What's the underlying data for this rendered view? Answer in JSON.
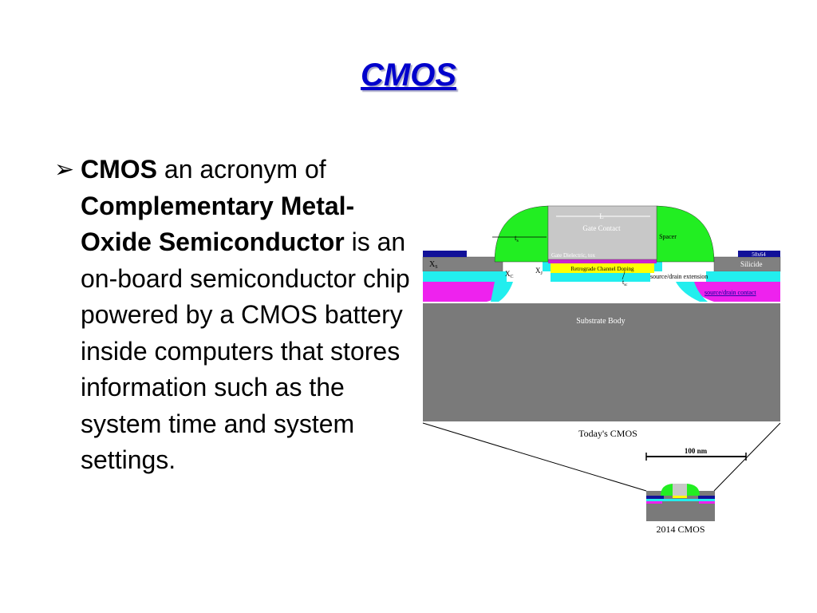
{
  "slide": {
    "title": "CMOS"
  },
  "bullet": {
    "marker": "➢",
    "term": "CMOS",
    "t1": " an acronym of ",
    "expansion": "Complementary Metal-Oxide Semiconductor",
    "t2": " is an on-board semiconductor chip powered by a CMOS battery inside computers that stores information such as the system time and system settings."
  },
  "figure": {
    "labels": {
      "L": "L",
      "gate_contact": "Gate Contact",
      "spacer": "Spacer",
      "ts": "t",
      "ts_sub": "s",
      "gate_dielectric": "Gate Dielectric, tox",
      "gate_dielectric_sub": "t",
      "xs": "X",
      "xs_sub": "S",
      "xc": "X",
      "xc_sub": "C",
      "xj": "X",
      "xj_sub": "J",
      "retrograde": "Retrograde Channel Doping",
      "tsc": "t",
      "tsc_sub": "sc",
      "sd_extension": "source/drain extension",
      "silicide": "Silicide",
      "sd_contact": "source/drain contact",
      "small_box": "50x64",
      "substrate": "Substrate Body",
      "todays": "Today's CMOS",
      "scale": "100 nm",
      "cmos_2014": "2014 CMOS"
    },
    "colors": {
      "spacer": "#22ee22",
      "gate": "#c8c8c8",
      "substrate": "#7a7a7a",
      "cyan": "#22eeee",
      "magenta": "#ee22ee",
      "retrograde": "#ffff00",
      "dielectric": "#cc22cc",
      "silicide": "#111199"
    }
  }
}
